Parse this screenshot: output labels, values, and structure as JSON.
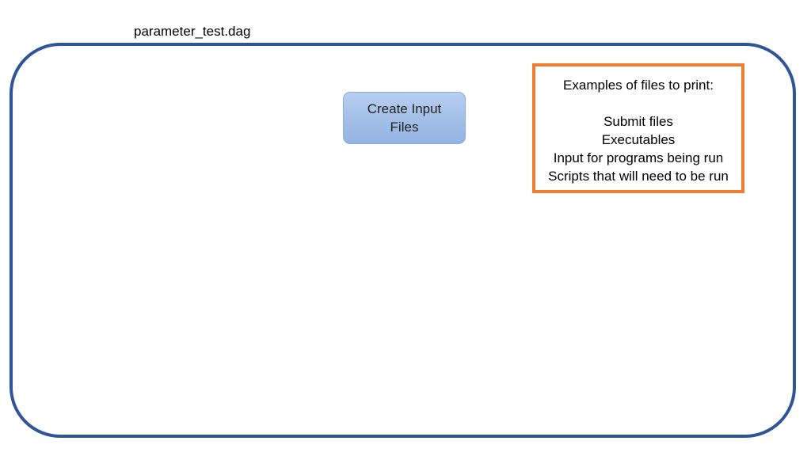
{
  "diagram": {
    "title": "parameter_test.dag",
    "nodes": [
      {
        "label": "Create Input Files"
      }
    ],
    "note": {
      "heading": "Examples of files to print:",
      "items": [
        "Submit files",
        "Executables",
        "Input for programs being run",
        "Scripts that will need to be run"
      ]
    }
  },
  "colors": {
    "container_border": "#2f5597",
    "node_fill": "#a2bfe7",
    "note_border": "#ed7d31"
  }
}
